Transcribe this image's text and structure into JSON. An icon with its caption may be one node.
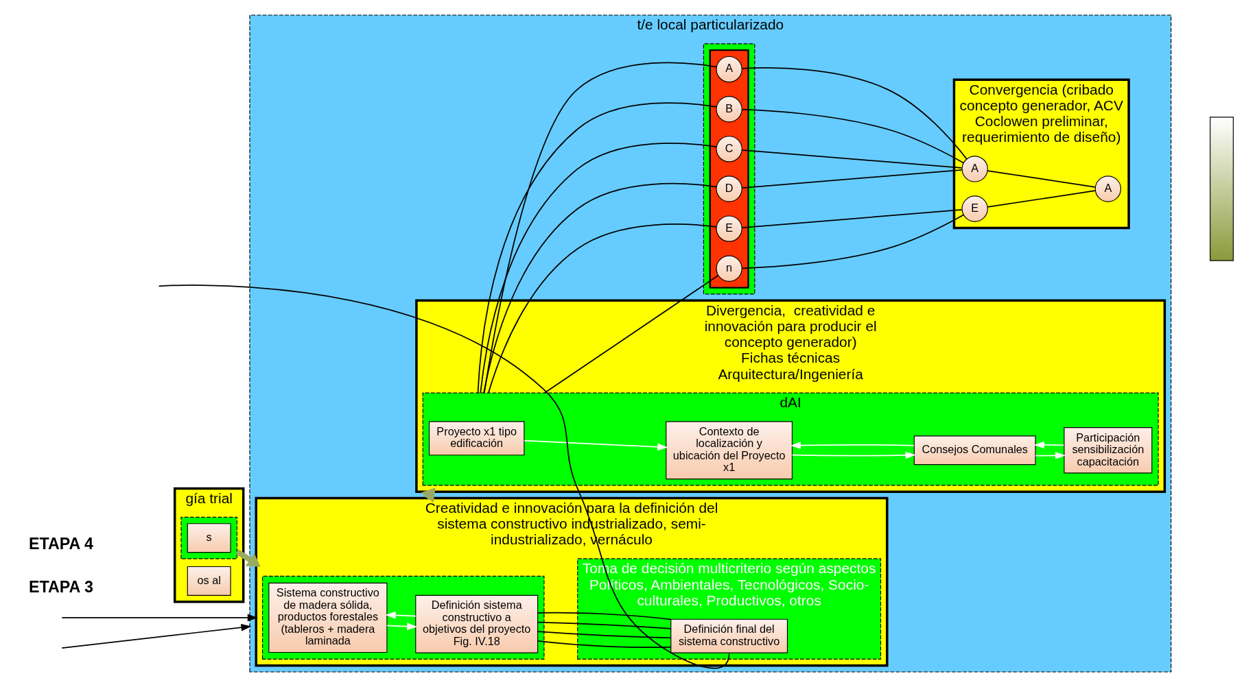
{
  "diagram": {
    "nodes": [
      {
        "text": [
          "gía trial"
        ]
      },
      {
        "text": [],
        "shape": "box",
        "in": 0
      },
      {
        "text": [
          "s"
        ],
        "in": 1
      },
      {
        "text": [
          "os al"
        ],
        "in": 0
      },
      {
        "text": [
          "t/e local particularizado"
        ]
      },
      {
        "text": [
          "Creatividad e innovación para la definición del sistema constructivo industrializado, semi-industrializado, vernáculo"
        ],
        "in": 4
      },
      {
        "text": [],
        "shape": "box",
        "in": 5
      },
      {
        "text": [
          "Sistema constructivo de madera sólida, productos forestales (tableros + madera laminada"
        ],
        "in": 6
      },
      {
        "text": [
          "Definición sistema constructivo a objetivos del proyecto Fig. IV.18"
        ],
        "in": 6
      },
      {
        "text": [
          "Toma de decisión multicriterio según aspectos Políticos, Ambientales, Tecnológicos, Socio-culturales, Productivos, otros"
        ],
        "in": 5
      },
      {
        "text": [
          "Definición final del sistema constructivo"
        ],
        "in": 9
      },
      {
        "text": [
          "Divergencia,  creatividad e innovación para producir el concepto generador)",
          "Fichas técnicas Arquitectura/Ingeniería"
        ],
        "in": 4
      },
      {
        "text": [
          "dAI"
        ],
        "in": 11
      },
      {
        "text": [
          "Proyecto x1 tipo edificación"
        ],
        "in": 12
      },
      {
        "text": [
          "Contexto de localización y ubicación del Proyecto x1"
        ],
        "in": 12
      },
      {
        "text": [
          "Consejos Comunales"
        ],
        "in": 12
      },
      {
        "text": [
          "Participación sensibilización capacitación"
        ],
        "in": 12
      },
      {
        "text": [],
        "shape": "box",
        "in": 4
      },
      {
        "text": [],
        "shape": "bar",
        "in": 17
      },
      {
        "text": [
          "A"
        ],
        "in": 18
      },
      {
        "text": [
          "B"
        ],
        "in": 18
      },
      {
        "text": [
          "C"
        ],
        "in": 18
      },
      {
        "text": [
          "D"
        ],
        "in": 18
      },
      {
        "text": [
          "E"
        ],
        "in": 18
      },
      {
        "text": [
          "n"
        ],
        "in": 18
      },
      {
        "text": [
          "Convergencia (cribado concepto generador, ACV Coclowen preliminar, requerimiento de diseño)"
        ],
        "in": 4
      },
      {
        "text": [
          "A"
        ],
        "in": 25
      },
      {
        "text": [
          "E"
        ],
        "in": 25
      },
      {
        "text": [
          "A"
        ],
        "in": 25
      },
      {
        "text": [],
        "shape": "bar"
      }
    ],
    "edges": [
      {
        "from": 1,
        "to": 5,
        "arrow": "to",
        "style": "thick",
        "color": "#9aaa60"
      },
      {
        "from": 7,
        "to": 8,
        "arrow": "to",
        "color": "#ffffff"
      },
      {
        "from": 8,
        "to": 7,
        "arrow": "to",
        "color": "#ffffff"
      },
      {
        "from": 8,
        "to": 10,
        "arrow": "none"
      },
      {
        "from": 8,
        "to": 10,
        "arrow": "none"
      },
      {
        "from": 8,
        "to": 10,
        "arrow": "none"
      },
      {
        "from": 8,
        "to": 10,
        "arrow": "none"
      },
      {
        "from": 10,
        "to": null,
        "arrow": "none"
      },
      {
        "from": null,
        "to": 5,
        "arrow": "to"
      },
      {
        "from": null,
        "to": 4,
        "arrow": "to"
      },
      {
        "from": 5,
        "to": 11,
        "arrow": "to",
        "style": "thick",
        "color": "#9aaa60"
      },
      {
        "from": 13,
        "to": 14,
        "arrow": "to",
        "color": "#ffffff"
      },
      {
        "from": 14,
        "to": 15,
        "arrow": "to",
        "color": "#ffffff"
      },
      {
        "from": 15,
        "to": 14,
        "arrow": "to",
        "color": "#ffffff"
      },
      {
        "from": 15,
        "to": 16,
        "arrow": "to",
        "color": "#ffffff"
      },
      {
        "from": 16,
        "to": 15,
        "arrow": "to",
        "color": "#ffffff"
      },
      {
        "from": 12,
        "to": 19,
        "arrow": "none"
      },
      {
        "from": 12,
        "to": 20,
        "arrow": "none"
      },
      {
        "from": 12,
        "to": 21,
        "arrow": "none"
      },
      {
        "from": 12,
        "to": 22,
        "arrow": "none"
      },
      {
        "from": 12,
        "to": 23,
        "arrow": "none"
      },
      {
        "from": 12,
        "to": 24,
        "arrow": "none"
      },
      {
        "from": 19,
        "to": 26,
        "arrow": "none"
      },
      {
        "from": 20,
        "to": 26,
        "arrow": "none"
      },
      {
        "from": 21,
        "to": 26,
        "arrow": "none"
      },
      {
        "from": 22,
        "to": 26,
        "arrow": "none"
      },
      {
        "from": 23,
        "to": 27,
        "arrow": "none"
      },
      {
        "from": 24,
        "to": 27,
        "arrow": "none"
      },
      {
        "from": 26,
        "to": 28,
        "arrow": "none"
      },
      {
        "from": 27,
        "to": 28,
        "arrow": "none"
      }
    ],
    "labels": [
      "ETAPA 3",
      "ETAPA 4"
    ]
  }
}
